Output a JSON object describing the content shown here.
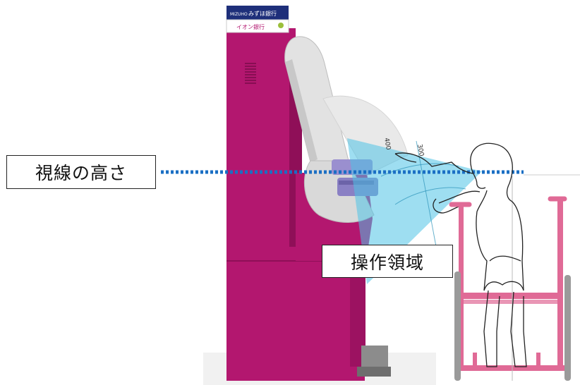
{
  "labels": {
    "eye_level": "視線の高さ",
    "operation_area": "操作領域"
  },
  "sign": {
    "brand_en": "MIZUHO",
    "brand_jp": "みずほ銀行",
    "brand2": "イオン銀行"
  },
  "scale_marks": [
    "400",
    "300"
  ],
  "colors": {
    "machine": "#b3176f",
    "machine_dark": "#8f0f58",
    "sightline": "#1a6fc4",
    "view_cone": "#4fc3e6",
    "wheelchair": "#e06a96",
    "wheels": "#9a9a9a",
    "sign_bg": "#1e2f7a"
  },
  "icons": [
    "atm-machine",
    "wheelchair-user",
    "sight-cone"
  ]
}
